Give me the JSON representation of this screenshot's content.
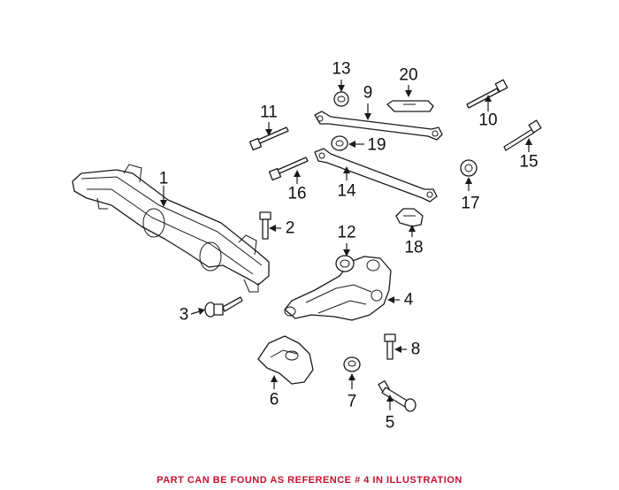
{
  "diagram": {
    "callouts": [
      {
        "id": "1",
        "label": "1"
      },
      {
        "id": "2",
        "label": "2"
      },
      {
        "id": "3",
        "label": "3"
      },
      {
        "id": "4",
        "label": "4"
      },
      {
        "id": "5",
        "label": "5"
      },
      {
        "id": "6",
        "label": "6"
      },
      {
        "id": "7",
        "label": "7"
      },
      {
        "id": "8",
        "label": "8"
      },
      {
        "id": "9",
        "label": "9"
      },
      {
        "id": "10",
        "label": "10"
      },
      {
        "id": "11",
        "label": "11"
      },
      {
        "id": "12",
        "label": "12"
      },
      {
        "id": "13",
        "label": "13"
      },
      {
        "id": "14",
        "label": "14"
      },
      {
        "id": "15",
        "label": "15"
      },
      {
        "id": "16",
        "label": "16"
      },
      {
        "id": "17",
        "label": "17"
      },
      {
        "id": "18",
        "label": "18"
      },
      {
        "id": "19",
        "label": "19"
      },
      {
        "id": "20",
        "label": "20"
      }
    ],
    "footer_note": "PART CAN BE FOUND AS REFERENCE # 4 IN ILLUSTRATION",
    "footer_color": "#c8102e"
  }
}
